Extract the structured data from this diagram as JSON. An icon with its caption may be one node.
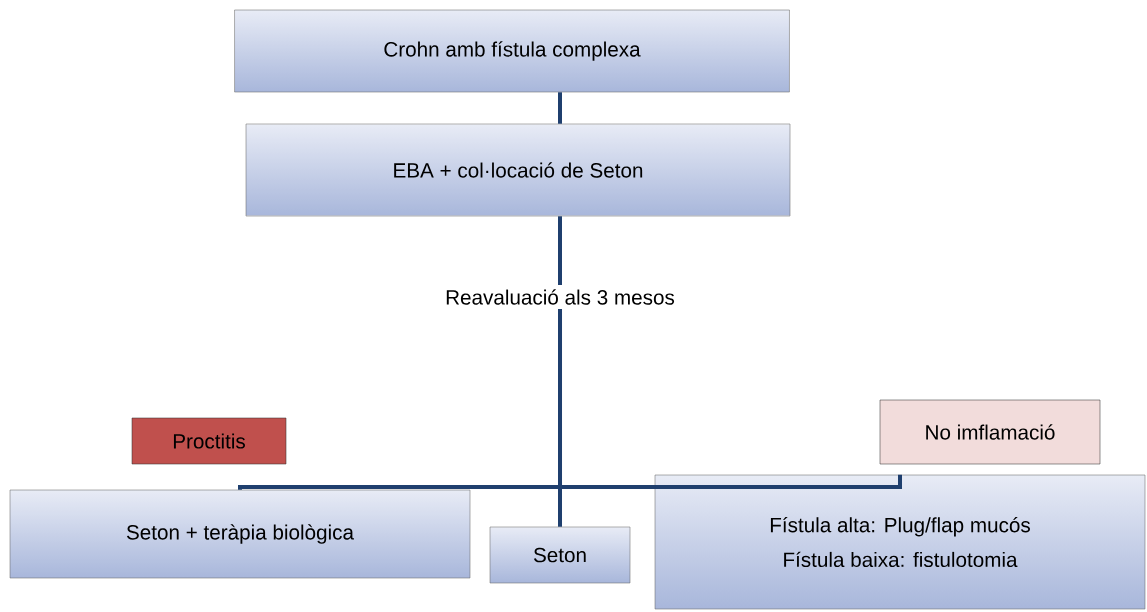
{
  "diagram": {
    "nodes": [
      {
        "text": [
          "Crohn amb fístula complexa"
        ]
      },
      {
        "text": [
          "EBA + col·locació de Seton"
        ]
      },
      {
        "text": [
          "Reavaluació als  3 mesos"
        ]
      },
      {
        "text": [
          "Proctitis"
        ]
      },
      {
        "text": [
          "No imflamació"
        ]
      },
      {
        "text": [
          "Seton + teràpia biològica"
        ]
      },
      {
        "text": [
          "Seton"
        ]
      },
      {
        "text": [
          "Fístula alta: Plug/flap mucós",
          "Fístula baixa: fistulotomia"
        ]
      }
    ],
    "edges": [
      {
        "from": 0,
        "to": 1,
        "arrow": "none"
      },
      {
        "from": 1,
        "to": 2,
        "arrow": "none"
      },
      {
        "from": 2,
        "to": 5,
        "arrow": "none"
      },
      {
        "from": 2,
        "to": 6,
        "arrow": "none"
      },
      {
        "from": 2,
        "to": 7,
        "arrow": "none"
      }
    ]
  }
}
